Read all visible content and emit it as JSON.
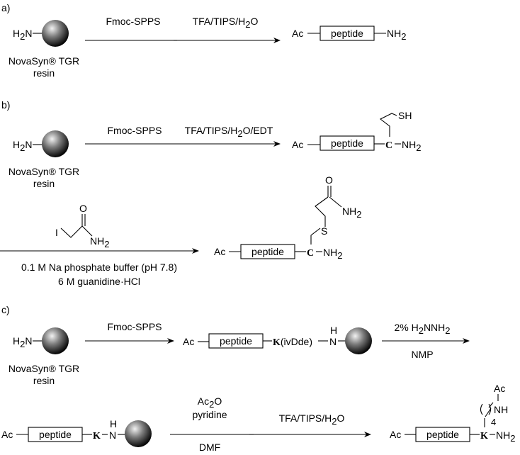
{
  "colors": {
    "ink": "#000000",
    "background": "#ffffff",
    "bead_light": "#f2f2f2",
    "bead_dark": "#000000"
  },
  "icons": {
    "resin_bead": "sphere-bead",
    "reaction_arrow": "right-arrow"
  },
  "panel_a": {
    "label": "a)",
    "resin_amine": "H",
    "resin_amine_sub": "2",
    "resin_amine_n": "N",
    "resin_name": "NovaSyn® TGR",
    "resin_word": "resin",
    "step1": "Fmoc-SPPS",
    "step2_pre": "TFA/TIPS/H",
    "step2_sub": "2",
    "step2_post": "O",
    "ac": "Ac",
    "peptide": "peptide",
    "nh": "NH",
    "nh_sub": "2"
  },
  "panel_b": {
    "label": "b)",
    "resin_amine": "H",
    "resin_amine_sub": "2",
    "resin_amine_n": "N",
    "resin_name": "NovaSyn® TGR",
    "resin_word": "resin",
    "step1": "Fmoc-SPPS",
    "step2_pre": "TFA/TIPS/H",
    "step2_sub": "2",
    "step2_post": "O/EDT",
    "ac": "Ac",
    "peptide": "peptide",
    "residue": "C",
    "nh": "NH",
    "nh_sub": "2",
    "sh": "SH",
    "reagent_i": "I",
    "reagent_o": "O",
    "reagent_nh": "NH",
    "reagent_nh_sub": "2",
    "cond1": "0.1 M Na phosphate buffer (pH 7.8)",
    "cond2": "6 M guanidine·HCl",
    "prod_ac": "Ac",
    "prod_peptide": "peptide",
    "prod_residue": "C",
    "prod_nh": "NH",
    "prod_nh_sub": "2",
    "prod_s": "S",
    "prod_o": "O",
    "prod_amide_nh": "NH",
    "prod_amide_sub": "2"
  },
  "panel_c": {
    "label": "c)",
    "resin_amine": "H",
    "resin_amine_sub": "2",
    "resin_amine_n": "N",
    "resin_name": "NovaSyn® TGR",
    "resin_word": "resin",
    "step1": "Fmoc-SPPS",
    "int_ac": "Ac",
    "int_peptide": "peptide",
    "int_k": "K",
    "int_ivdde": "(ivDde)",
    "int_h": "H",
    "int_n": "N",
    "hyd_pre": "2% H",
    "hyd_sub1": "2",
    "hyd_mid": "NNH",
    "hyd_sub2": "2",
    "nmp": "NMP",
    "r2_ac": "Ac",
    "r2_peptide": "peptide",
    "r2_k": "K",
    "r2_h": "H",
    "r2_n": "N",
    "ac2o_pre": "Ac",
    "ac2o_sub": "2",
    "ac2o_post": "O",
    "pyridine": "pyridine",
    "dmf": "DMF",
    "step3_pre": "TFA/TIPS/H",
    "step3_sub": "2",
    "step3_post": "O",
    "fin_ac": "Ac",
    "fin_peptide": "peptide",
    "fin_k": "K",
    "fin_nh": "NH",
    "fin_nh_sub": "2",
    "fin_side_ac": "Ac",
    "fin_side_nh": "NH",
    "fin_side_n": "4"
  }
}
